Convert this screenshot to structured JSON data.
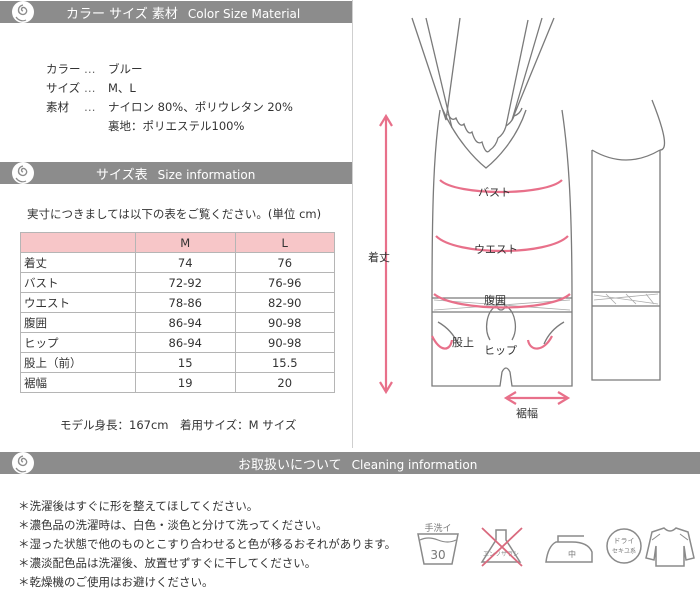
{
  "headers": {
    "color_size": {
      "jp": "カラー サイズ 素材",
      "en": "Color Size Material"
    },
    "size_table": {
      "jp": "サイズ表",
      "en": "Size information"
    },
    "cleaning": {
      "jp": "お取扱いについて",
      "en": "Cleaning information"
    }
  },
  "product": {
    "rows": [
      {
        "key": "カラー",
        "dots": "…",
        "value": "ブルー"
      },
      {
        "key": "サイズ",
        "dots": "…",
        "value": "M、L"
      },
      {
        "key": "素材",
        "dots": "…",
        "value": "ナイロン 80%、ポリウレタン 20%"
      },
      {
        "key": "",
        "dots": "",
        "value": "裏地：ポリエステル100%"
      }
    ]
  },
  "size_note": "実寸につきましては以下の表をご覧ください。(単位 cm)",
  "size_table": {
    "columns": [
      "",
      "M",
      "L"
    ],
    "rows": [
      [
        "着丈",
        "74",
        "76"
      ],
      [
        "バスト",
        "72-92",
        "76-96"
      ],
      [
        "ウエスト",
        "78-86",
        "82-90"
      ],
      [
        "腹囲",
        "86-94",
        "90-98"
      ],
      [
        "ヒップ",
        "86-94",
        "90-98"
      ],
      [
        "股上（前）",
        "15",
        "15.5"
      ],
      [
        "裾幅",
        "19",
        "20"
      ]
    ]
  },
  "model_note": "モデル身長：167cm　着用サイズ：M サイズ",
  "illustration_labels": {
    "bust": "バスト",
    "waist": "ウエスト",
    "length": "着丈",
    "abdomen": "腹囲",
    "rise": "股上",
    "hip": "ヒップ",
    "hem": "裾幅"
  },
  "care_lines": [
    "＊洗濯後はすぐに形を整えてほしてください。",
    "＊濃色品の洗濯時は、白色・淡色と分けて洗ってください。",
    "＊湿った状態で他のものとこすり合わせると色が移るおそれがあります。",
    "＊濃淡配色品は洗濯後、放置せずすぐに干してください。",
    "＊乾燥機のご使用はお避けください。"
  ],
  "care_icons": {
    "hand_wash": "手洗イ",
    "hand_wash_temp": "30",
    "no_bleach": "エンソサラシ",
    "iron": "中",
    "dry_clean": "ドライ",
    "dry_clean_sub": "セキユ系"
  },
  "colors": {
    "header_bg": "#8c8c8c",
    "table_head": "#f7c6c8",
    "measure_pink": "#e8708a"
  }
}
